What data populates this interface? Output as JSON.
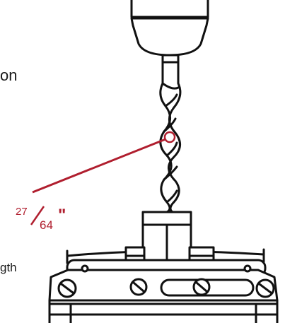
{
  "text_fragments": {
    "top": "on",
    "bottom": "gth"
  },
  "callout": {
    "numerator": "27",
    "denominator": "64",
    "unit": "\"",
    "color": "#b01e2e"
  },
  "icons": [
    "drill-chuck-icon",
    "twist-drill-bit-icon",
    "drill-guide-jig-icon"
  ]
}
